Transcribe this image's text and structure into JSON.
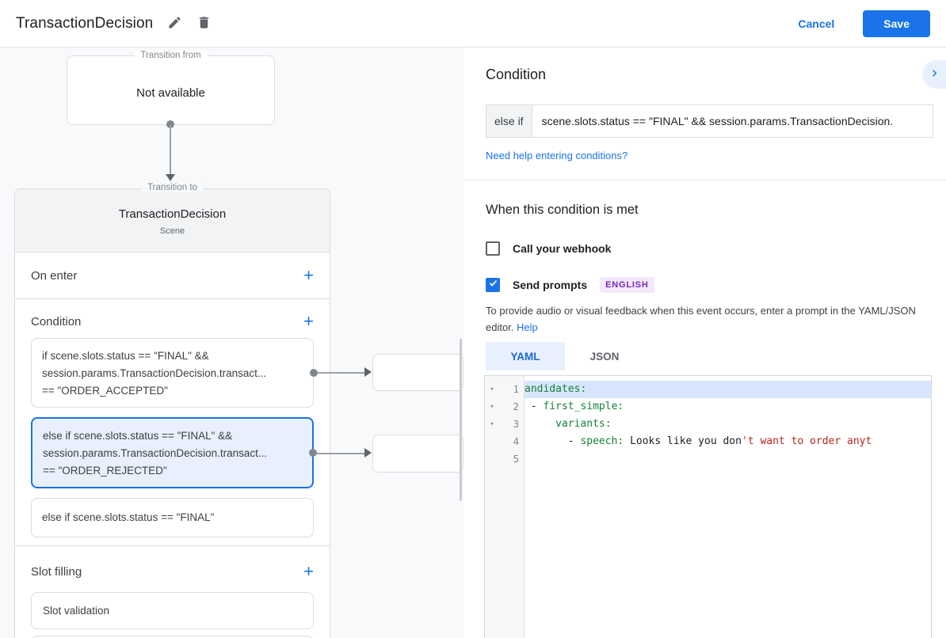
{
  "header": {
    "title": "TransactionDecision",
    "cancel_label": "Cancel",
    "save_label": "Save"
  },
  "icons": {
    "plus": "+",
    "fold_arrow": "▾"
  },
  "colors": {
    "accent_blue": "#1a73e8",
    "save_button_bg": "#1a73e8",
    "selected_card_border": "#1a73e8",
    "selected_card_bg": "#e8f0fe",
    "active_tab_bg": "#e8f0fe",
    "active_tab_text": "#1967d2",
    "badge_bg": "#f3e8fd",
    "badge_text": "#7627bb",
    "code_key_green": "#188038",
    "code_string_red": "#b3261e",
    "active_line_bg": "#d7e6fc",
    "canvas_bg": "#f8f9fa",
    "scene_header_bg": "#f1f3f4"
  },
  "flow": {
    "transition_from": {
      "legend": "Transition from",
      "content": "Not available"
    },
    "transition_to": {
      "legend": "Transition to",
      "title": "TransactionDecision",
      "subtitle": "Scene"
    },
    "sections": {
      "on_enter": {
        "label": "On enter"
      },
      "condition": {
        "label": "Condition",
        "cards": [
          {
            "selected": false,
            "lines": [
              "if scene.slots.status == \"FINAL\" &&",
              "session.params.TransactionDecision.transact...",
              "== \"ORDER_ACCEPTED\""
            ]
          },
          {
            "selected": true,
            "lines": [
              "else if scene.slots.status == \"FINAL\" &&",
              "session.params.TransactionDecision.transact...",
              "== \"ORDER_REJECTED\""
            ]
          },
          {
            "selected": false,
            "lines": [
              "else if scene.slots.status == \"FINAL\""
            ]
          }
        ]
      },
      "slot_filling": {
        "label": "Slot filling",
        "card": "Slot validation"
      }
    }
  },
  "panel": {
    "title": "Condition",
    "condition_row": {
      "prefix": "else if",
      "value": "scene.slots.status == \"FINAL\" && session.params.TransactionDecision."
    },
    "help_link": "Need help entering conditions?",
    "when_met": {
      "title": "When this condition is met",
      "webhook": {
        "label": "Call your webhook",
        "checked": false
      },
      "prompts": {
        "label": "Send prompts",
        "checked": true,
        "badge": "ENGLISH"
      },
      "description": "To provide audio or visual feedback when this event occurs, enter a prompt in the YAML/JSON editor. ",
      "description_link": "Help"
    },
    "editor": {
      "tabs": [
        {
          "label": "YAML",
          "active": true
        },
        {
          "label": "JSON",
          "active": false
        }
      ],
      "lines": [
        {
          "number": 1,
          "active": true,
          "segments": [
            {
              "text": "andidates:",
              "style": "key"
            }
          ]
        },
        {
          "number": 2,
          "segments": [
            {
              "text": " - ",
              "style": "plain"
            },
            {
              "text": "first_simple:",
              "style": "key"
            }
          ]
        },
        {
          "number": 3,
          "segments": [
            {
              "text": "     ",
              "style": "plain"
            },
            {
              "text": "variants:",
              "style": "key"
            }
          ]
        },
        {
          "number": 4,
          "segments": [
            {
              "text": "       - ",
              "style": "plain"
            },
            {
              "text": "speech:",
              "style": "key"
            },
            {
              "text": " Looks like you don",
              "style": "plain"
            },
            {
              "text": "'t want to order anyt",
              "style": "str"
            }
          ]
        },
        {
          "number": 5,
          "segments": []
        }
      ]
    }
  }
}
